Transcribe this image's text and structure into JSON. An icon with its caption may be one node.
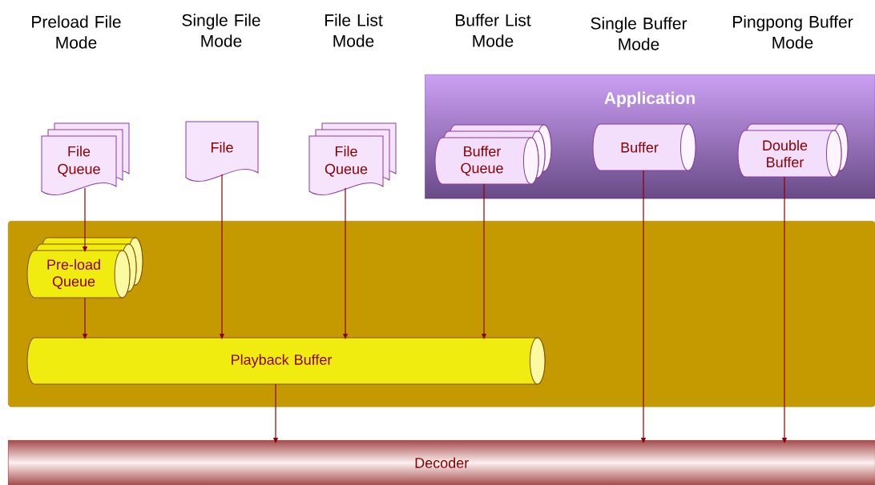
{
  "diagram": {
    "nodes": [
      {
        "text": [
          "Application"
        ]
      },
      {
        "text": [],
        "shape": "box"
      },
      {
        "text": [
          "Decoder"
        ]
      },
      {
        "text": [
          "File Queue"
        ]
      },
      {
        "text": [
          "File"
        ]
      },
      {
        "text": [
          "File Queue"
        ]
      },
      {
        "text": [
          "Buffer Queue"
        ],
        "in": 0
      },
      {
        "text": [
          "Buffer"
        ],
        "in": 0
      },
      {
        "text": [
          "Double Buffer"
        ],
        "in": 0
      },
      {
        "text": [
          "Pre-load Queue"
        ],
        "in": 1
      },
      {
        "text": [
          "Playback Buffer"
        ],
        "in": 1
      }
    ],
    "edges": [
      {
        "from": 3,
        "to": 9,
        "arrow": "to"
      },
      {
        "from": 9,
        "to": 10,
        "arrow": "to"
      },
      {
        "from": 4,
        "to": 10,
        "arrow": "to"
      },
      {
        "from": 5,
        "to": 10,
        "arrow": "to"
      },
      {
        "from": 6,
        "to": 10,
        "arrow": "to"
      },
      {
        "from": 10,
        "to": 2,
        "arrow": "to"
      },
      {
        "from": 7,
        "to": 2,
        "arrow": "to"
      },
      {
        "from": 8,
        "to": 2,
        "arrow": "to"
      }
    ],
    "labels": [
      "Preload File Mode",
      "Single File Mode",
      "File List Mode",
      "Buffer List Mode",
      "Single Buffer Mode",
      "Pingpong Buffer Mode"
    ]
  }
}
